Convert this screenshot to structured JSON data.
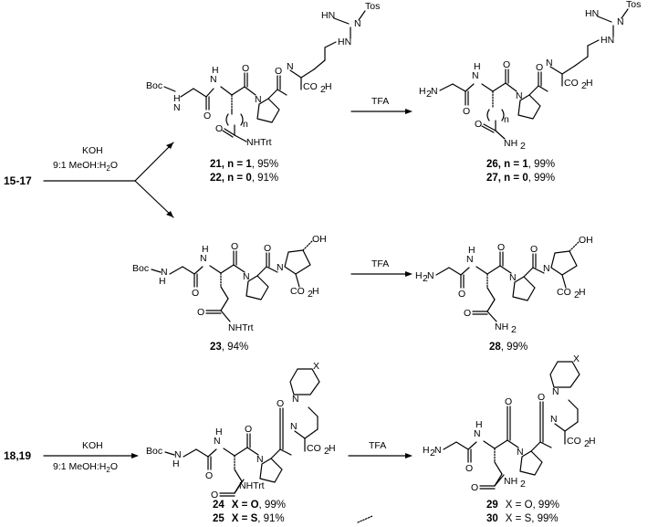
{
  "atoms": {
    "boc": "Boc",
    "nh_prefix": "H",
    "n": "N",
    "h2n": "H",
    "sub2": "2",
    "nh2": "NH",
    "co2h_a": "CO",
    "co2h_b": "H",
    "nhtrt": "NHTrt",
    "nh_label": "HN",
    "oh": "OH",
    "o": "O",
    "x": "X",
    "tos": "Tos",
    "hn_guan": "HN",
    "n_sub": "n"
  },
  "reagents": {
    "koh": "KOH",
    "koh_solvent_a": "9:1 MeOH:H",
    "koh_solvent_sub": "2",
    "koh_solvent_b": "O",
    "tfa": "TFA"
  },
  "starting": {
    "top": "15-17",
    "bottom": "18,19"
  },
  "labels": {
    "c21_num": "21",
    "c21_cond": ", n = 1",
    "c21_yield": ", 95%",
    "c22_num": "22",
    "c22_cond": ", n = 0",
    "c22_yield": ", 91%",
    "c26_num": "26",
    "c26_cond": ", n = 1",
    "c26_yield": ", 99%",
    "c27_num": "27",
    "c27_cond": ", n = 0",
    "c27_yield": ", 99%",
    "c23_num": "23",
    "c23_yield": ", 94%",
    "c28_num": "28",
    "c28_yield": ", 99%",
    "c24_num": "24",
    "c24_cond": "X = O",
    "c24_yield": ", 99%",
    "c25_num": "25",
    "c25_cond": "X = S",
    "c25_yield": ", 91%",
    "c29_num": "29",
    "c29_cond": "X = O",
    "c29_yield": ", 99%",
    "c30_num": "30",
    "c30_cond": "X = S",
    "c30_yield": ", 99%"
  }
}
